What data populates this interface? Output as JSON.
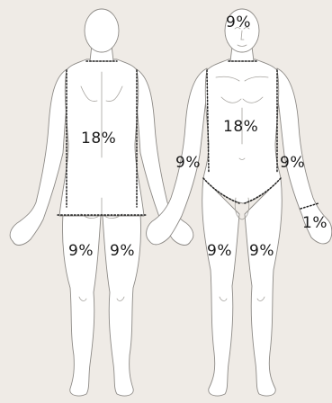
{
  "regions": {
    "head_front": "9%",
    "torso_back": "18%",
    "torso_front": "18%",
    "arm_right_front": "9%",
    "arm_left_front": "9%",
    "hand_front": "1%",
    "leg_left_back": "9%",
    "leg_right_back": "9%",
    "leg_left_front": "9%",
    "leg_right_front": "9%"
  },
  "colors": {
    "background": "#efebe6",
    "figure_fill": "#ffffff",
    "outline": "#8d8a86",
    "divider": "#222222"
  }
}
